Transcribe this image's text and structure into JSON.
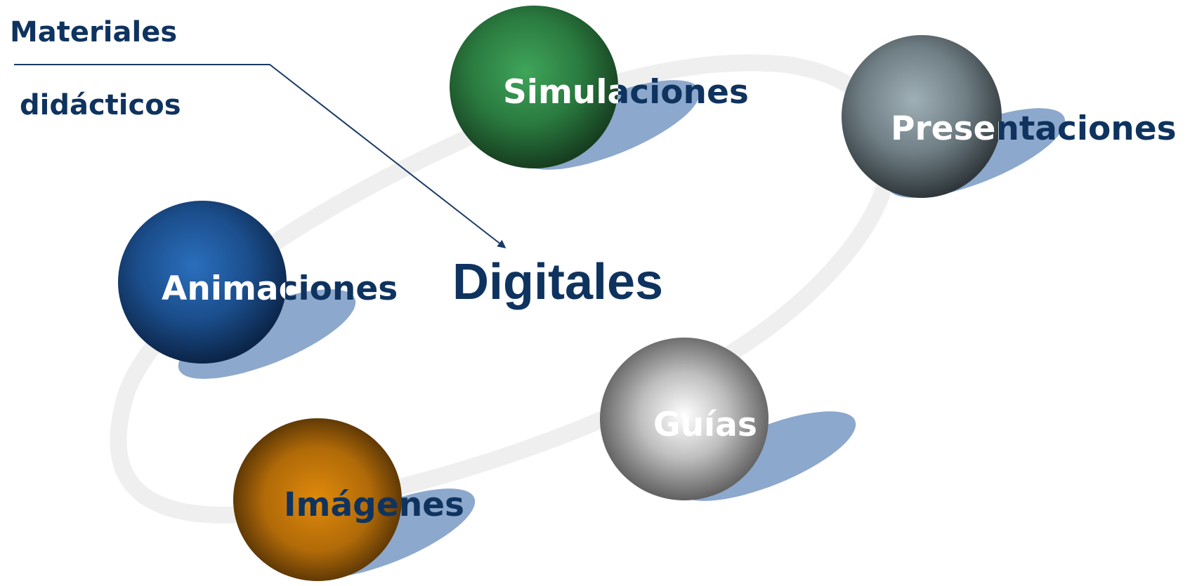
{
  "heading": {
    "line1": "Materiales",
    "line2": "didácticos"
  },
  "center_label": "Digitales",
  "nodes": [
    {
      "label": "Simulaciones",
      "sphere": "green"
    },
    {
      "label": "Presentaciones",
      "sphere": "slate"
    },
    {
      "label": "Animaciones",
      "sphere": "blue"
    },
    {
      "label": "Guías",
      "sphere": "silver"
    },
    {
      "label": "Imágenes",
      "sphere": "amber"
    }
  ],
  "colors": {
    "text_dark": "#0f335f",
    "text_light": "#ffffff",
    "orbit": "#efefef",
    "shadow": "#7f9fc6",
    "connector": "#1b3a66"
  }
}
